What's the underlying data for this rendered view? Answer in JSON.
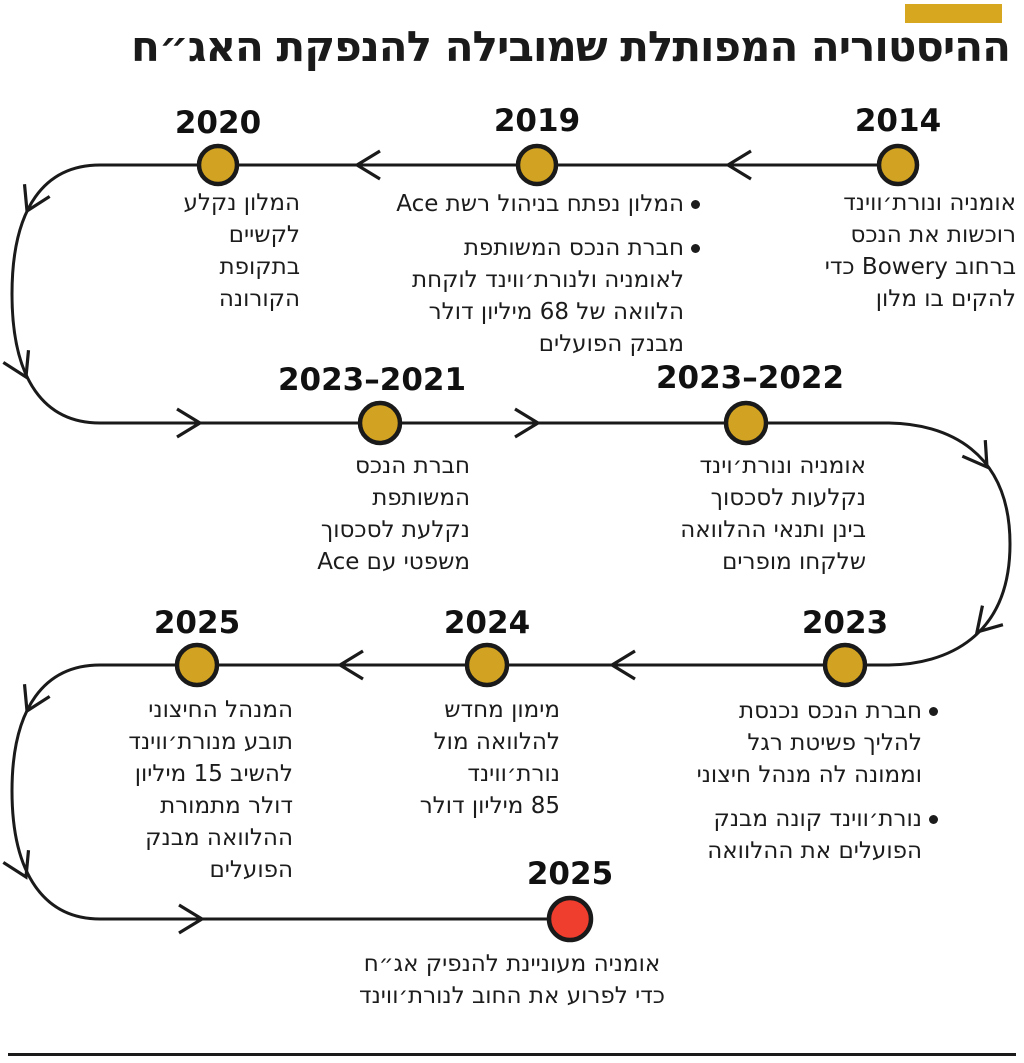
{
  "header": {
    "title": "ההיסטוריה המפותלת שמובילה להנפקת האג״ח"
  },
  "colors": {
    "accent_bar": "#D6A71F",
    "node_fill": "#D2A322",
    "node_final_fill": "#EF3E2E",
    "stroke": "#1A1A1A"
  },
  "timeline": {
    "events": [
      {
        "year": "2014",
        "text": "אומניה ונורת׳ווינד\nרוכשות את הנכס\nברחוב Bowery כדי\nלהקים בו מלון"
      },
      {
        "year": "2019",
        "bullets": [
          "המלון נפתח בניהול רשת Ace",
          "חברת הנכס המשותפת\nלאומניה ולנורת׳ווינד לוקחת\nהלוואה של 68 מיליון דולר\nמבנק הפועלים"
        ]
      },
      {
        "year": "2020",
        "text": "המלון נקלע\nלקשיים\nבתקופת\nהקורונה"
      },
      {
        "year": "2021–2023",
        "text": "חברת הנכס\nהמשותפת\nנקלעת לסכסוך\nמשפטי עם Ace"
      },
      {
        "year": "2022–2023",
        "text": "אומניה ונורת׳וינד\nנקלעות לסכסוך\nבינן ותנאי ההלוואה\nשלקחו מופרים"
      },
      {
        "year": "2023",
        "bullets": [
          "חברת הנכס נכנסת\nלהליך פשיטת רגל\nוממונה לה מנהל חיצוני",
          "נורת׳ווינד קונה מבנק\nהפועלים את ההלוואה"
        ]
      },
      {
        "year": "2024",
        "text": "מימון מחדש\nלהלוואה מול\nנורת׳ווינד\n85 מיליון דולר"
      },
      {
        "year": "2025",
        "text": "המנהל החיצוני\nתובע מנורת׳ווינד\nלהשיב 15 מיליון\nדולר מתמורת\nההלוואה מבנק\nהפועלים"
      },
      {
        "year": "2025",
        "text": "אומניה מעוניינת להנפיק אג״ח\nכדי לפרוע את החוב לנורת׳ווינד"
      }
    ]
  }
}
